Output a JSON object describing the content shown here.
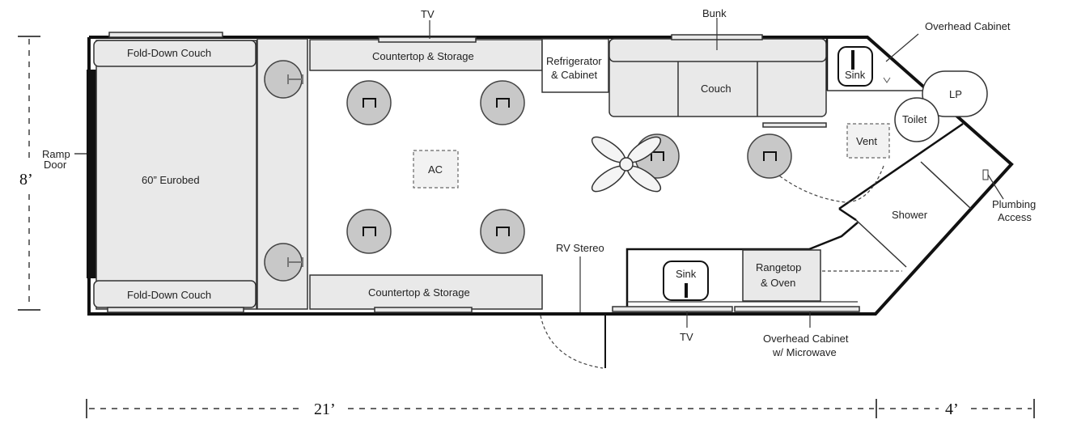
{
  "labels": {
    "tv_top": "TV",
    "bunk": "Bunk",
    "overhead_cabinet_top": "Overhead Cabinet",
    "fold_down_couch_top": "Fold-Down Couch",
    "fold_down_couch_bottom": "Fold-Down Couch",
    "countertop_top": "Countertop & Storage",
    "countertop_bottom": "Countertop & Storage",
    "refrigerator_line1": "Refrigerator",
    "refrigerator_line2": "& Cabinet",
    "couch": "Couch",
    "sink_top": "Sink",
    "lp": "LP",
    "toilet": "Toilet",
    "vent": "Vent",
    "ramp_door_line1": "Ramp",
    "ramp_door_line2": "Door",
    "eurobed": "60” Eurobed",
    "ac": "AC",
    "shower": "Shower",
    "plumbing_line1": "Plumbing",
    "plumbing_line2": "Access",
    "rv_stereo": "RV Stereo",
    "sink_bottom": "Sink",
    "rangetop_line1": "Rangetop",
    "rangetop_line2": "& Oven",
    "tv_bottom": "TV",
    "overhead_microwave_line1": "Overhead Cabinet",
    "overhead_microwave_line2": "w/ Microwave"
  },
  "dimensions": {
    "width": "8’",
    "length_main": "21’",
    "length_nose": "4’"
  }
}
